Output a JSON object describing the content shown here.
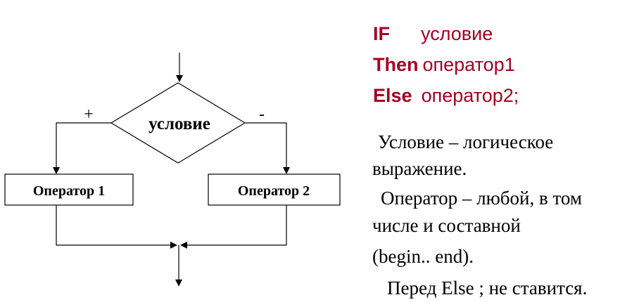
{
  "flowchart": {
    "condition_label": "условие",
    "plus_label": "+",
    "minus_label": "-",
    "operator1_label": "Оператор 1",
    "operator2_label": "Оператор 2"
  },
  "syntax": {
    "line1_keyword": "IF",
    "line1_text": "условие",
    "line2_keyword": "Then",
    "line2_text": "оператор1",
    "line3_keyword": "Else",
    "line3_text": "оператор2;"
  },
  "notes": {
    "line1": "Условие – логическое",
    "line2": "выражение.",
    "line3": "Оператор – любой, в том",
    "line4": "числе и составной",
    "line5": "(begin.. end).",
    "line6": "Перед Else ; не ставится."
  },
  "colors": {
    "syntax_text": "#a50021",
    "lines": "#000000"
  }
}
